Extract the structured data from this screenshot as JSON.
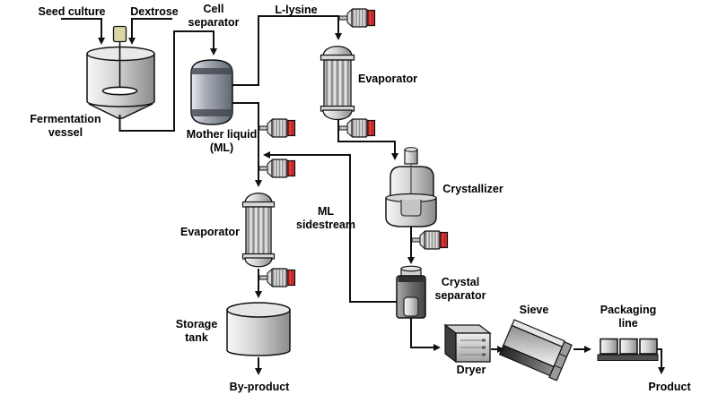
{
  "labels": {
    "seed_culture": "Seed culture",
    "dextrose": "Dextrose",
    "cell_separator": "Cell\nseparator",
    "l_lysine": "L-lysine",
    "evaporator_top": "Evaporator",
    "fermentation_vessel": "Fermentation\nvessel",
    "mother_liquid": "Mother liquid\n(ML)",
    "crystallizer": "Crystallizer",
    "ml_sidestream": "ML\nsidestream",
    "evaporator_left": "Evaporator",
    "crystal_separator": "Crystal\nseparator",
    "storage_tank": "Storage\ntank",
    "sieve": "Sieve",
    "dryer": "Dryer",
    "packaging_line": "Packaging\nline",
    "by_product": "By-product",
    "product": "Product"
  },
  "icons": {
    "pump": "pump-icon",
    "pump_description": "small grey ribbed motor body with red striped cap attached to pipes",
    "pump_count": 6
  },
  "colors": {
    "background": "#ffffff",
    "pipe": "#111111",
    "text": "#000000",
    "pump_cap_red": "#c41f1f",
    "vessel_steel": "#c9c9c9",
    "cell_separator_body": "#8f96a1",
    "crystal_separator_body": "#5f5f5f",
    "stirrer_motor_beige": "#dbd4a6"
  },
  "connections": [
    {
      "from": "Seed culture",
      "to": "Fermentation vessel"
    },
    {
      "from": "Dextrose",
      "to": "Fermentation vessel"
    },
    {
      "from": "Fermentation vessel",
      "to": "Cell separator"
    },
    {
      "from": "Cell separator",
      "to": "Evaporator (top)",
      "stream": "L-lysine"
    },
    {
      "from": "Evaporator (top)",
      "to": "Crystallizer"
    },
    {
      "from": "Crystallizer",
      "to": "Crystal separator"
    },
    {
      "from": "Crystal separator",
      "to": "Dryer"
    },
    {
      "from": "Dryer",
      "to": "Sieve"
    },
    {
      "from": "Sieve",
      "to": "Packaging line"
    },
    {
      "from": "Packaging line",
      "to": "Product"
    },
    {
      "from": "Cell separator",
      "to": "Evaporator (left)",
      "stream": "Mother liquid (ML)"
    },
    {
      "from": "Crystal separator",
      "to": "Mother liquid line",
      "stream": "ML sidestream"
    },
    {
      "from": "Evaporator (left)",
      "to": "Storage tank"
    },
    {
      "from": "Storage tank",
      "to": "By-product"
    }
  ]
}
